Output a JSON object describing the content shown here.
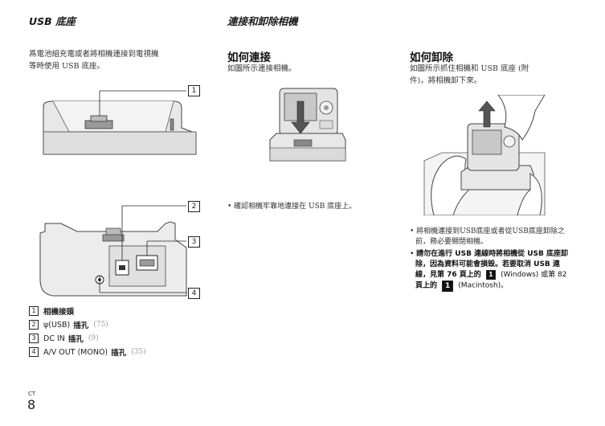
{
  "left": {
    "section_title": "USB 底座",
    "intro": [
      "爲電池組充電或者將相機連接到電視機",
      "等時使用 USB 底座。"
    ],
    "callouts": [
      "1",
      "2",
      "3",
      "4"
    ],
    "legend": [
      {
        "num": "1",
        "label": "相機接頭",
        "ref": ""
      },
      {
        "num": "2",
        "icon": "ψ",
        "code": "(USB)",
        "label": "插孔",
        "ref": "(75)"
      },
      {
        "num": "3",
        "code": "DC IN",
        "label": "插孔",
        "ref": "(9)"
      },
      {
        "num": "4",
        "code": "A/V OUT (MONO)",
        "label": "插孔",
        "ref": "(35)"
      }
    ]
  },
  "middle": {
    "section_title": "連接和卸除相機",
    "heading": "如何連接",
    "intro": "如圖所示連接相機。",
    "bullet": "確認相機牢靠地連接在 USB 底座上。"
  },
  "right": {
    "heading": "如何卸除",
    "intro": [
      "如圖所示抓住相機和 USB 底座 (附",
      "件)，將相機卸下來。"
    ],
    "bullet1": [
      "將相機連接到USB底座或者從USB底座卸除之",
      "前，務必要關閉相機。"
    ],
    "warn_lines": [
      "請勿在進行 USB 連線時將相機從 USB 底座卸",
      "除，因為資料可能會損毀。若要取消 USB 連",
      "線，見第 76 頁上的",
      "(Windows) 或第 82",
      "頁上的",
      "(Macintosh)。"
    ],
    "warn_badge1": "1",
    "warn_badge2": "1"
  },
  "footer": {
    "lang": "CT",
    "page": "8"
  }
}
